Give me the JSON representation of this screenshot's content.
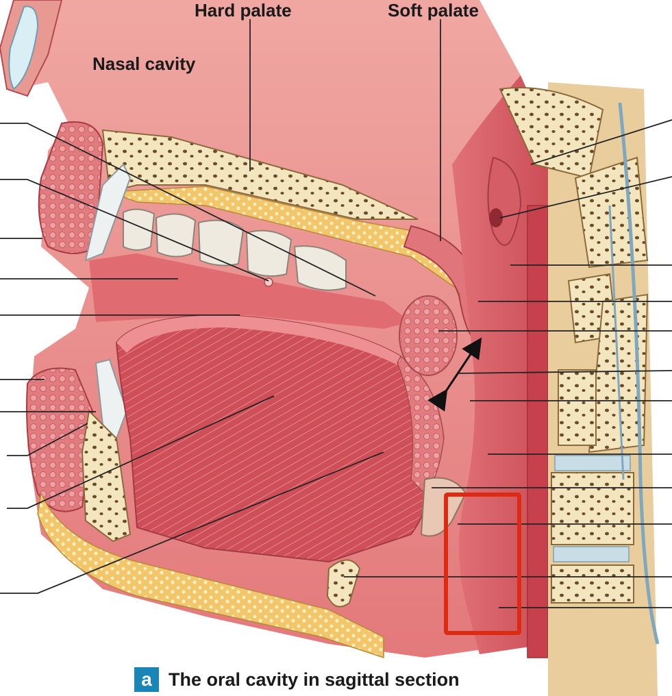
{
  "labels": {
    "hard_palate": "Hard palate",
    "soft_palate": "Soft palate",
    "nasal_cavity": "Nasal cavity"
  },
  "caption": {
    "badge": "a",
    "text": "The oral cavity in sagittal section"
  },
  "colors": {
    "tissue": "#d9555f",
    "tissue_light": "#e9868c",
    "muscle": "#c84550",
    "bone": "#f3e6be",
    "fat": "#f2c66a",
    "highlight_box": "#dd2a12",
    "badge": "#1a86b8"
  }
}
